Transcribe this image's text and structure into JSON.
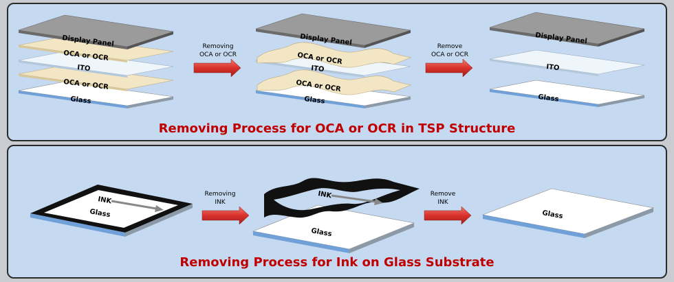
{
  "top": {
    "caption": "Removing Process for OCA or OCR in TSP Structure",
    "arrow1": {
      "line1": "Removing",
      "line2": "OCA or OCR"
    },
    "arrow2": {
      "line1": "Remove",
      "line2": "OCA or OCR"
    },
    "labels": {
      "display_panel": "Display Panel",
      "oca_ocr": "OCA or OCR",
      "ito": "ITO",
      "glass": "Glass"
    }
  },
  "bottom": {
    "caption": "Removing Process for Ink on Glass Substrate",
    "arrow1": {
      "line1": "Removing",
      "line2": "INK"
    },
    "arrow2": {
      "line1": "Remove",
      "line2": "INK"
    },
    "labels": {
      "ink": "INK",
      "glass": "Glass"
    }
  },
  "colors": {
    "caption": "#c00000",
    "panel_bg": "#c5d9f1",
    "display_panel": "#9b9b9b",
    "oca_layer": "#f2e6c4",
    "ito_layer": "#eef6fb",
    "glass_layer": "#ffffff",
    "glass_edge": "#6fa0d8",
    "arrow": "#d9322c",
    "ink": "#111111"
  }
}
